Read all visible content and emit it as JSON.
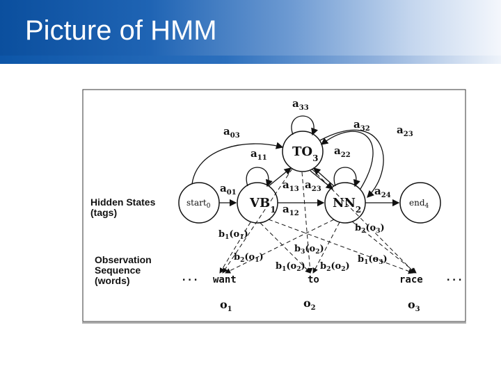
{
  "slide": {
    "title": "Picture of HMM"
  },
  "labels": {
    "hidden_line1": "Hidden States",
    "hidden_line2": "(tags)",
    "obs_line1": "Observation",
    "obs_line2": "Sequence",
    "obs_line3": "(words)"
  },
  "states": {
    "start": {
      "name": "start",
      "sub": "0"
    },
    "vb": {
      "name": "VB",
      "sub": "1"
    },
    "to": {
      "name": "TO",
      "sub": "3"
    },
    "nn": {
      "name": "NN",
      "sub": "2"
    },
    "end": {
      "name": "end",
      "sub": "4"
    }
  },
  "transitions": {
    "a33": {
      "base": "a",
      "sub": "33"
    },
    "a03": {
      "base": "a",
      "sub": "03"
    },
    "a32": {
      "base": "a",
      "sub": "32"
    },
    "a23": {
      "base": "a",
      "sub": "23"
    },
    "a11": {
      "base": "a",
      "sub": "11"
    },
    "a22": {
      "base": "a",
      "sub": "22"
    },
    "a01": {
      "base": "a",
      "sub": "01"
    },
    "a13": {
      "base": "a",
      "sub": "13"
    },
    "a23b": {
      "base": "a",
      "sub": "23"
    },
    "a24": {
      "base": "a",
      "sub": "24"
    },
    "a12": {
      "base": "a",
      "sub": "12"
    }
  },
  "emissions": {
    "b1o1": {
      "b": "b",
      "bs": "1",
      "o": "o",
      "os": "1"
    },
    "b2o3": {
      "b": "b",
      "bs": "2",
      "o": "o",
      "os": "3"
    },
    "b3o2": {
      "b": "b",
      "bs": "3",
      "o": "o",
      "os": "2"
    },
    "b2o1": {
      "b": "b",
      "bs": "2",
      "o": "o",
      "os": "1"
    },
    "b1o3": {
      "b": "b",
      "bs": "1",
      "o": "o",
      "os": "3"
    },
    "b1o2": {
      "b": "b",
      "bs": "1",
      "o": "o",
      "os": "2"
    },
    "b2o2": {
      "b": "b",
      "bs": "2",
      "o": "o",
      "os": "2"
    }
  },
  "words": {
    "ellipsis_left": "...",
    "want": "want",
    "to": "to",
    "race": "race",
    "ellipsis_right": "..."
  },
  "observations": {
    "o1": {
      "base": "o",
      "sub": "1"
    },
    "o2": {
      "base": "o",
      "sub": "2"
    },
    "o3": {
      "base": "o",
      "sub": "3"
    }
  }
}
